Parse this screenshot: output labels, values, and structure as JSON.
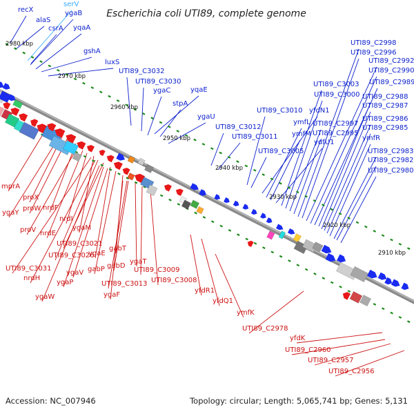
{
  "title": "Escherichia coli UTI89, complete genome",
  "accession_text": "Accession: NC_007946",
  "topology_text": "Topology: circular; Length: 5,065,741 bp; Genes: 5,131",
  "colors": {
    "forward_label": "#0a1ecc",
    "reverse_label": "#cc1111",
    "rna_label": "#33aaff",
    "forward_feature": "#1a2cf0",
    "reverse_feature": "#e81818",
    "backbone": "#8a8a8a",
    "tick": "#1c8a1c"
  },
  "ticks": [
    "2980 kbp",
    "2970 kbp",
    "2960 kbp",
    "2950 kbp",
    "2940 kbp",
    "2930 kbp",
    "2920 kbp",
    "2910 kbp"
  ],
  "forward_labels": [
    "recX",
    "alaS",
    "serV",
    "csrA",
    "ygaB",
    "yqaA",
    "gshA",
    "luxS",
    "UTI89_C3032",
    "UTI89_C3030",
    "ygaC",
    "yqaE",
    "stpA",
    "ygaU",
    "UTI89_C3012",
    "UTI89_C3011",
    "UTI89_C3010",
    "yfdN1",
    "ymfL",
    "ymfM",
    "ydfU1",
    "UTI89_C3005",
    "UTI89_C3003",
    "UTI89_C3000",
    "UTI89_C2997",
    "UTI89_C2995",
    "UTI89_C2998",
    "UTI89_C2996",
    "UTI89_C2992",
    "UTI89_C2990",
    "UTI89_C2989",
    "UTI89_C2988",
    "UTI89_C2987",
    "UTI89_C2986",
    "UTI89_C2985",
    "ymfR",
    "UTI89_C2983",
    "UTI89_C2982",
    "UTI89_C2980"
  ],
  "reverse_labels": [
    "mprA",
    "proX",
    "ygaY",
    "proW",
    "nrdF",
    "proV",
    "nrdE",
    "nrdI",
    "ygaM",
    "UTI89_C3021",
    "UTI89_C3026",
    "UTI89_C3031",
    "nrdH",
    "ygaE",
    "gabT",
    "gabP",
    "ygaV",
    "ygaP",
    "ygaW",
    "gabD",
    "ygaT",
    "UTI89_C3009",
    "UTI89_C3008",
    "UTI89_C3013",
    "ygaF",
    "yfdR1",
    "yfdQ1",
    "ymfK",
    "UTI89_C2978",
    "yfdK",
    "UTI89_C2960",
    "UTI89_C2957",
    "UTI89_C2956"
  ]
}
